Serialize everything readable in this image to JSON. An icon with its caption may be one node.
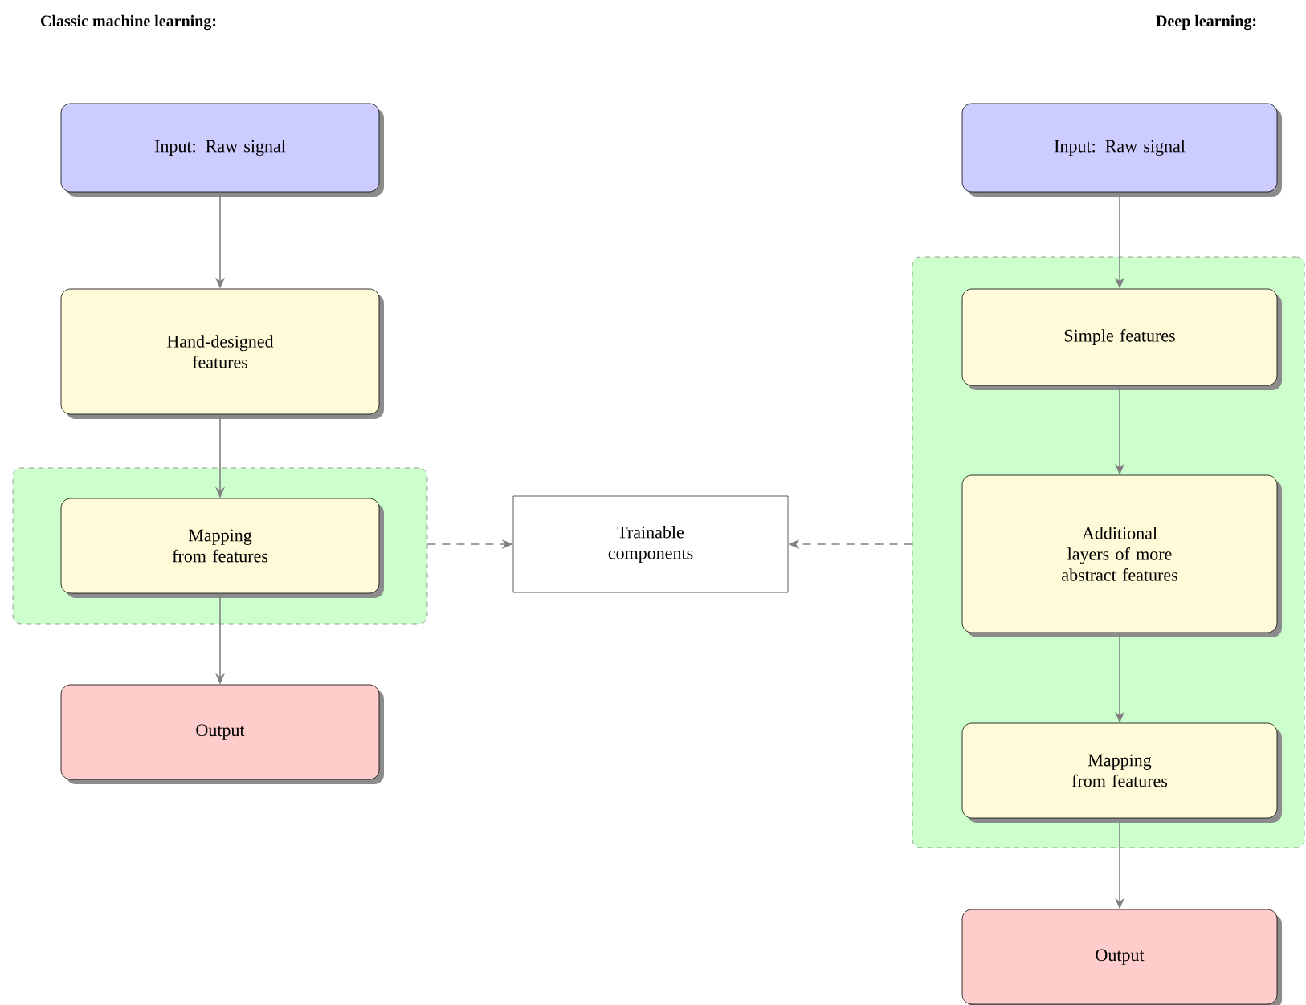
{
  "diagram": {
    "nodes": [
      {
        "text": [
          "Input: Raw signal"
        ]
      },
      {
        "text": [
          "Hand-designed features"
        ]
      },
      {
        "text": [],
        "shape": "box"
      },
      {
        "text": [
          "Mapping from features"
        ],
        "in": 2
      },
      {
        "text": [
          "Output"
        ]
      },
      {
        "text": [
          "Trainable components"
        ]
      },
      {
        "text": [
          "Input: Raw signal"
        ]
      },
      {
        "text": [],
        "shape": "box"
      },
      {
        "text": [
          "Simple features"
        ],
        "in": 7
      },
      {
        "text": [
          "Additional layers of more abstract features"
        ],
        "in": 7
      },
      {
        "text": [
          "Mapping from features"
        ],
        "in": 7
      },
      {
        "text": [
          "Output"
        ]
      }
    ],
    "edges": [
      {
        "from": 0,
        "to": 1,
        "arrow": "to"
      },
      {
        "from": 1,
        "to": 3,
        "arrow": "to"
      },
      {
        "from": 3,
        "to": 4,
        "arrow": "to"
      },
      {
        "from": 2,
        "to": 5,
        "arrow": "to",
        "style": "dashed"
      },
      {
        "from": 7,
        "to": 5,
        "arrow": "to",
        "style": "dashed"
      },
      {
        "from": 6,
        "to": 8,
        "arrow": "to"
      },
      {
        "from": 8,
        "to": 9,
        "arrow": "to"
      },
      {
        "from": 9,
        "to": 10,
        "arrow": "to"
      },
      {
        "from": 10,
        "to": 11,
        "arrow": "to"
      }
    ],
    "labels": [
      "Classic machine learning:",
      "Deep learning:"
    ]
  }
}
